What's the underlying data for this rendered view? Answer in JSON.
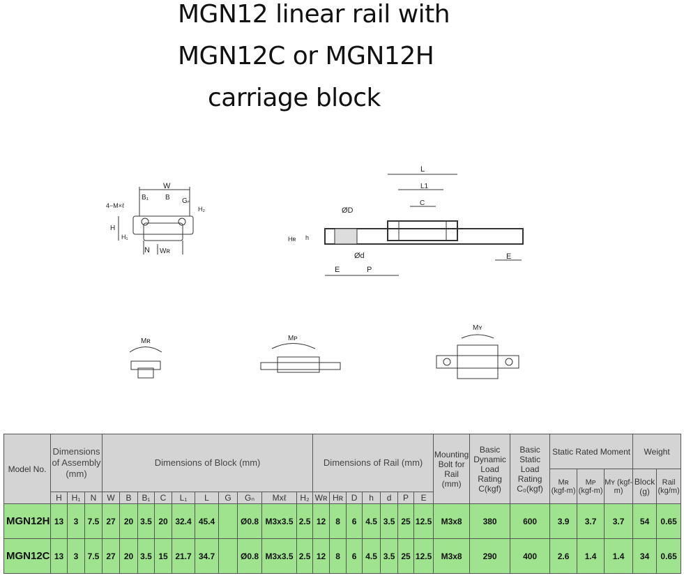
{
  "title": {
    "line1": "MGN12 linear rail with",
    "line2": "MGN12C or MGN12H",
    "line3": "carriage block"
  },
  "drawing_labels": {
    "W": "W",
    "B1": "B₁",
    "B": "B",
    "Gn": "Gₙ",
    "Mxl": "4−M×ℓ",
    "H2": "H₂",
    "H": "H",
    "H1": "H₁",
    "N": "N",
    "WR": "Wʀ",
    "L": "L",
    "L1": "L1",
    "C": "C",
    "OD": "ØD",
    "h": "h",
    "HR": "Hʀ",
    "od": "Ød",
    "E": "E",
    "P": "P",
    "E2": "E",
    "Mr": "Mʀ",
    "Mp": "Mᴘ",
    "My": "Mʏ"
  },
  "table": {
    "headers": {
      "model": "Model No.",
      "assembly": "Dimensions of Assembly (mm)",
      "block": "Dimensions of Block (mm)",
      "rail": "Dimensions of Rail (mm)",
      "bolt": "Mounting Bolt for Rail (mm)",
      "dynamic": "Basic Dynamic Load Rating C(kgf)",
      "static": "Basic Static Load Rating C₀(kgf)",
      "moment": "Static Rated Moment",
      "weight": "Weight",
      "mr": "Mʀ (kgf-m)",
      "mp": "Mᴘ (kgf-m)",
      "my": "Mʏ (kgf-m)",
      "block_w": "Block (g)",
      "rail_w": "Rail (kg/m)"
    },
    "sub": [
      "H",
      "H₁",
      "N",
      "W",
      "B",
      "B₁",
      "C",
      "L₁",
      "L",
      "G",
      "Gₙ",
      "Mxℓ",
      "H₂",
      "Wʀ",
      "Hʀ",
      "D",
      "h",
      "d",
      "P",
      "E"
    ],
    "rows": [
      [
        "MGN12H",
        "13",
        "3",
        "7.5",
        "27",
        "20",
        "3.5",
        "20",
        "32.4",
        "45.4",
        "",
        "Ø0.8",
        "M3x3.5",
        "2.5",
        "12",
        "8",
        "6",
        "4.5",
        "3.5",
        "25",
        "12.5",
        "M3x8",
        "380",
        "600",
        "3.9",
        "3.7",
        "3.7",
        "54",
        "0.65"
      ],
      [
        "MGN12C",
        "13",
        "3",
        "7.5",
        "27",
        "20",
        "3.5",
        "15",
        "21.7",
        "34.7",
        "",
        "Ø0.8",
        "M3x3.5",
        "2.5",
        "12",
        "8",
        "6",
        "4.5",
        "3.5",
        "25",
        "12.5",
        "M3x8",
        "290",
        "400",
        "2.6",
        "1.4",
        "1.4",
        "34",
        "0.65"
      ]
    ]
  },
  "colors": {
    "header": "#d4d4d4",
    "rows": "#9fe38f"
  }
}
